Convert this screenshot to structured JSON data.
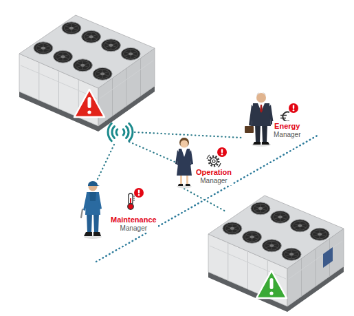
{
  "diagram": {
    "nodes": [
      {
        "text": [
          "Energy",
          "Manager"
        ]
      },
      {
        "text": [
          "Operation",
          "Manager"
        ]
      },
      {
        "text": [
          "Maintenance",
          "Manager"
        ]
      }
    ]
  }
}
